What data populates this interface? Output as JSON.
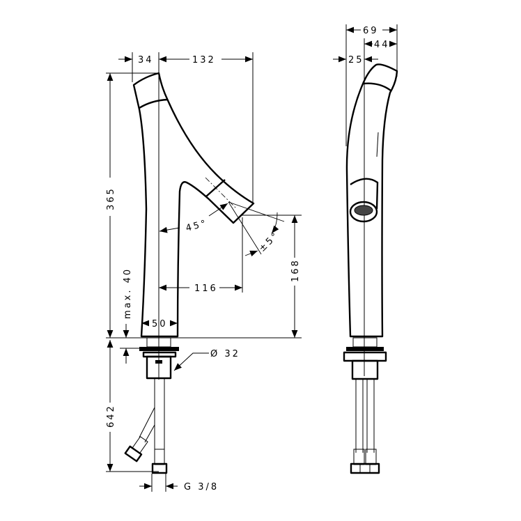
{
  "front_view": {
    "dims": {
      "offset_left": "34",
      "spout_reach_top": "132",
      "total_height": "365",
      "spout_angle": "45°",
      "spout_tolerance": "±5°",
      "spout_height": "168",
      "spout_reach": "116",
      "max_deck_thickness": "max. 40",
      "base_width": "50",
      "thread_diameter": "Ø 32",
      "hose_length": "642",
      "connection_thread": "G 3/8"
    }
  },
  "side_view": {
    "dims": {
      "total_depth": "69",
      "rear_depth": "44",
      "front_depth": "25"
    }
  }
}
